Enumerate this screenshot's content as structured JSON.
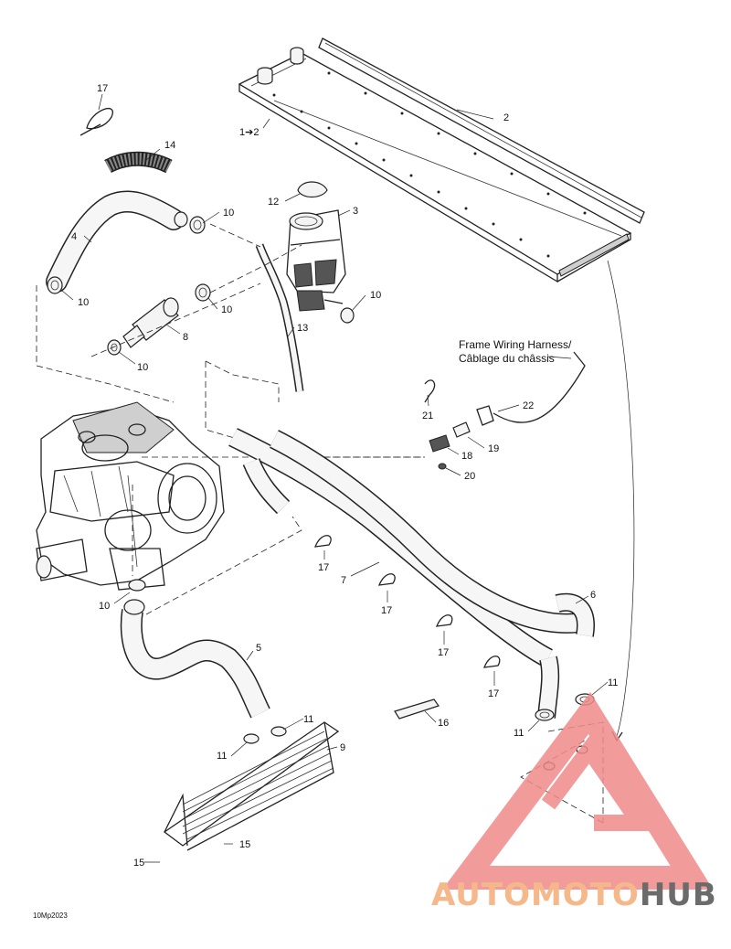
{
  "callouts": [
    {
      "id": "c1",
      "text": "17"
    },
    {
      "id": "c2",
      "text": "14"
    },
    {
      "id": "c3",
      "text": "1➔2"
    },
    {
      "id": "c4",
      "text": "2"
    },
    {
      "id": "c5",
      "text": "12"
    },
    {
      "id": "c6",
      "text": "3"
    },
    {
      "id": "c7",
      "text": "10"
    },
    {
      "id": "c8",
      "text": "4"
    },
    {
      "id": "c9",
      "text": "10"
    },
    {
      "id": "c10",
      "text": "10"
    },
    {
      "id": "c11",
      "text": "10"
    },
    {
      "id": "c12",
      "text": "13"
    },
    {
      "id": "c13",
      "text": "8"
    },
    {
      "id": "c14",
      "text": "10"
    },
    {
      "id": "c15",
      "text": "21"
    },
    {
      "id": "c16",
      "text": "22"
    },
    {
      "id": "c17",
      "text": "18"
    },
    {
      "id": "c18",
      "text": "19"
    },
    {
      "id": "c19",
      "text": "20"
    },
    {
      "id": "c20",
      "text": "17"
    },
    {
      "id": "c21",
      "text": "7"
    },
    {
      "id": "c22",
      "text": "17"
    },
    {
      "id": "c23",
      "text": "6"
    },
    {
      "id": "c24",
      "text": "17"
    },
    {
      "id": "c25",
      "text": "17"
    },
    {
      "id": "c26",
      "text": "10"
    },
    {
      "id": "c27",
      "text": "5"
    },
    {
      "id": "c28",
      "text": "11"
    },
    {
      "id": "c29",
      "text": "11"
    },
    {
      "id": "c30",
      "text": "11"
    },
    {
      "id": "c31",
      "text": "11"
    },
    {
      "id": "c32",
      "text": "9"
    },
    {
      "id": "c33",
      "text": "16"
    },
    {
      "id": "c34",
      "text": "15"
    },
    {
      "id": "c35",
      "text": "15"
    }
  ],
  "frame_harness": {
    "line1": "Frame Wiring Harness/",
    "line2": "Câblage du châssis"
  },
  "figure_code": "10Mp2023",
  "watermark": {
    "part1": "AUTOMOTO",
    "part2": "HUB",
    "color1": "#f5b88a",
    "color2": "#6b6b6b",
    "logo_color": "#f08a8a"
  }
}
